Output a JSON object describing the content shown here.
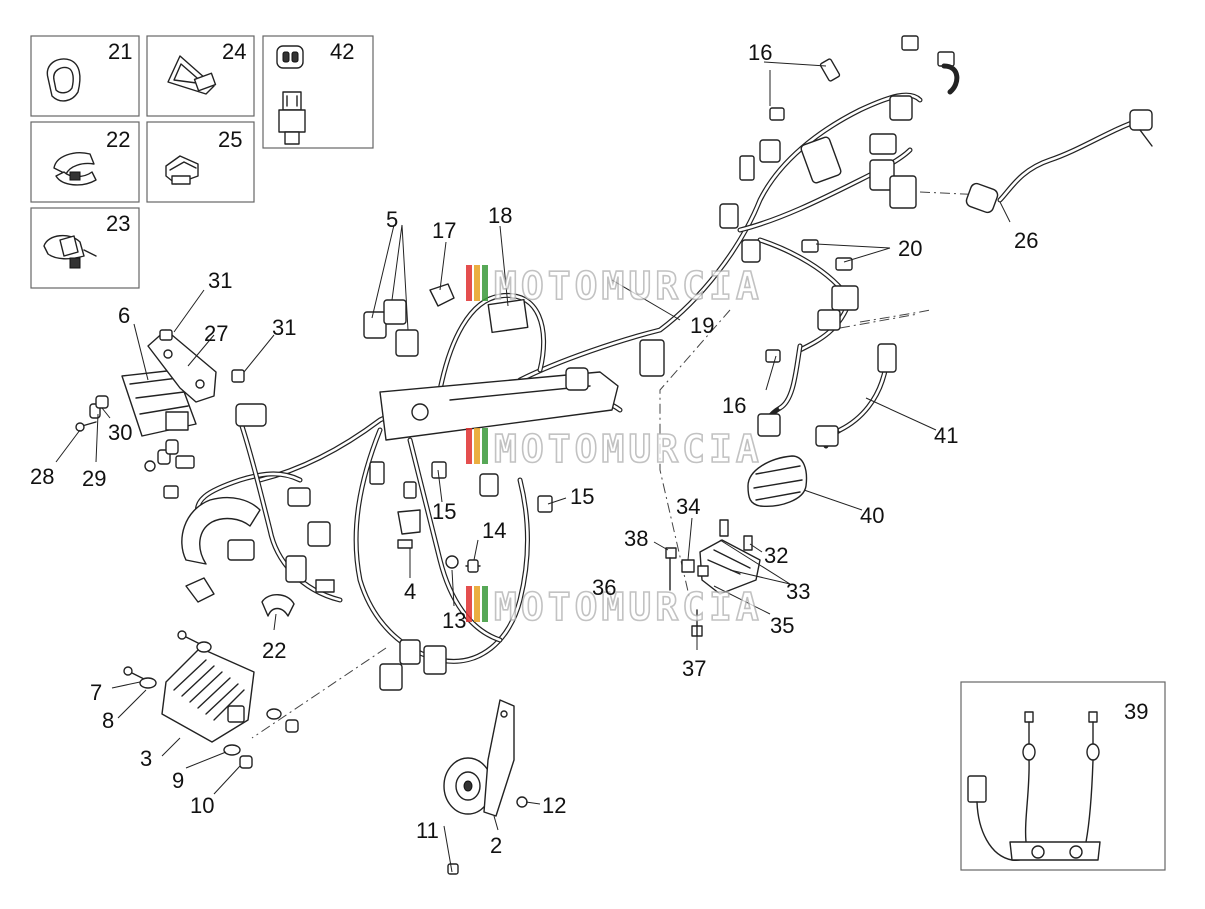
{
  "watermark": "MOTOMURCIA",
  "colors": {
    "line": "#222222",
    "box": "#666666",
    "watermark_red": "#e03030",
    "watermark_green": "#3a9a3a"
  },
  "callouts": {
    "c2": "2",
    "c3": "3",
    "c4": "4",
    "c5": "5",
    "c6": "6",
    "c7": "7",
    "c8": "8",
    "c9": "9",
    "c10": "10",
    "c11": "11",
    "c12": "12",
    "c13": "13",
    "c14": "14",
    "c15a": "15",
    "c15b": "15",
    "c16a": "16",
    "c16b": "16",
    "c17": "17",
    "c18": "18",
    "c19": "19",
    "c20": "20",
    "c21": "21",
    "c22a": "22",
    "c22b": "22",
    "c23": "23",
    "c24": "24",
    "c25": "25",
    "c26": "26",
    "c27": "27",
    "c28": "28",
    "c29": "29",
    "c30": "30",
    "c31a": "31",
    "c31b": "31",
    "c32": "32",
    "c33": "33",
    "c34": "34",
    "c35": "35",
    "c36": "36",
    "c37": "37",
    "c38": "38",
    "c39": "39",
    "c40": "40",
    "c41": "41",
    "c42": "42"
  }
}
